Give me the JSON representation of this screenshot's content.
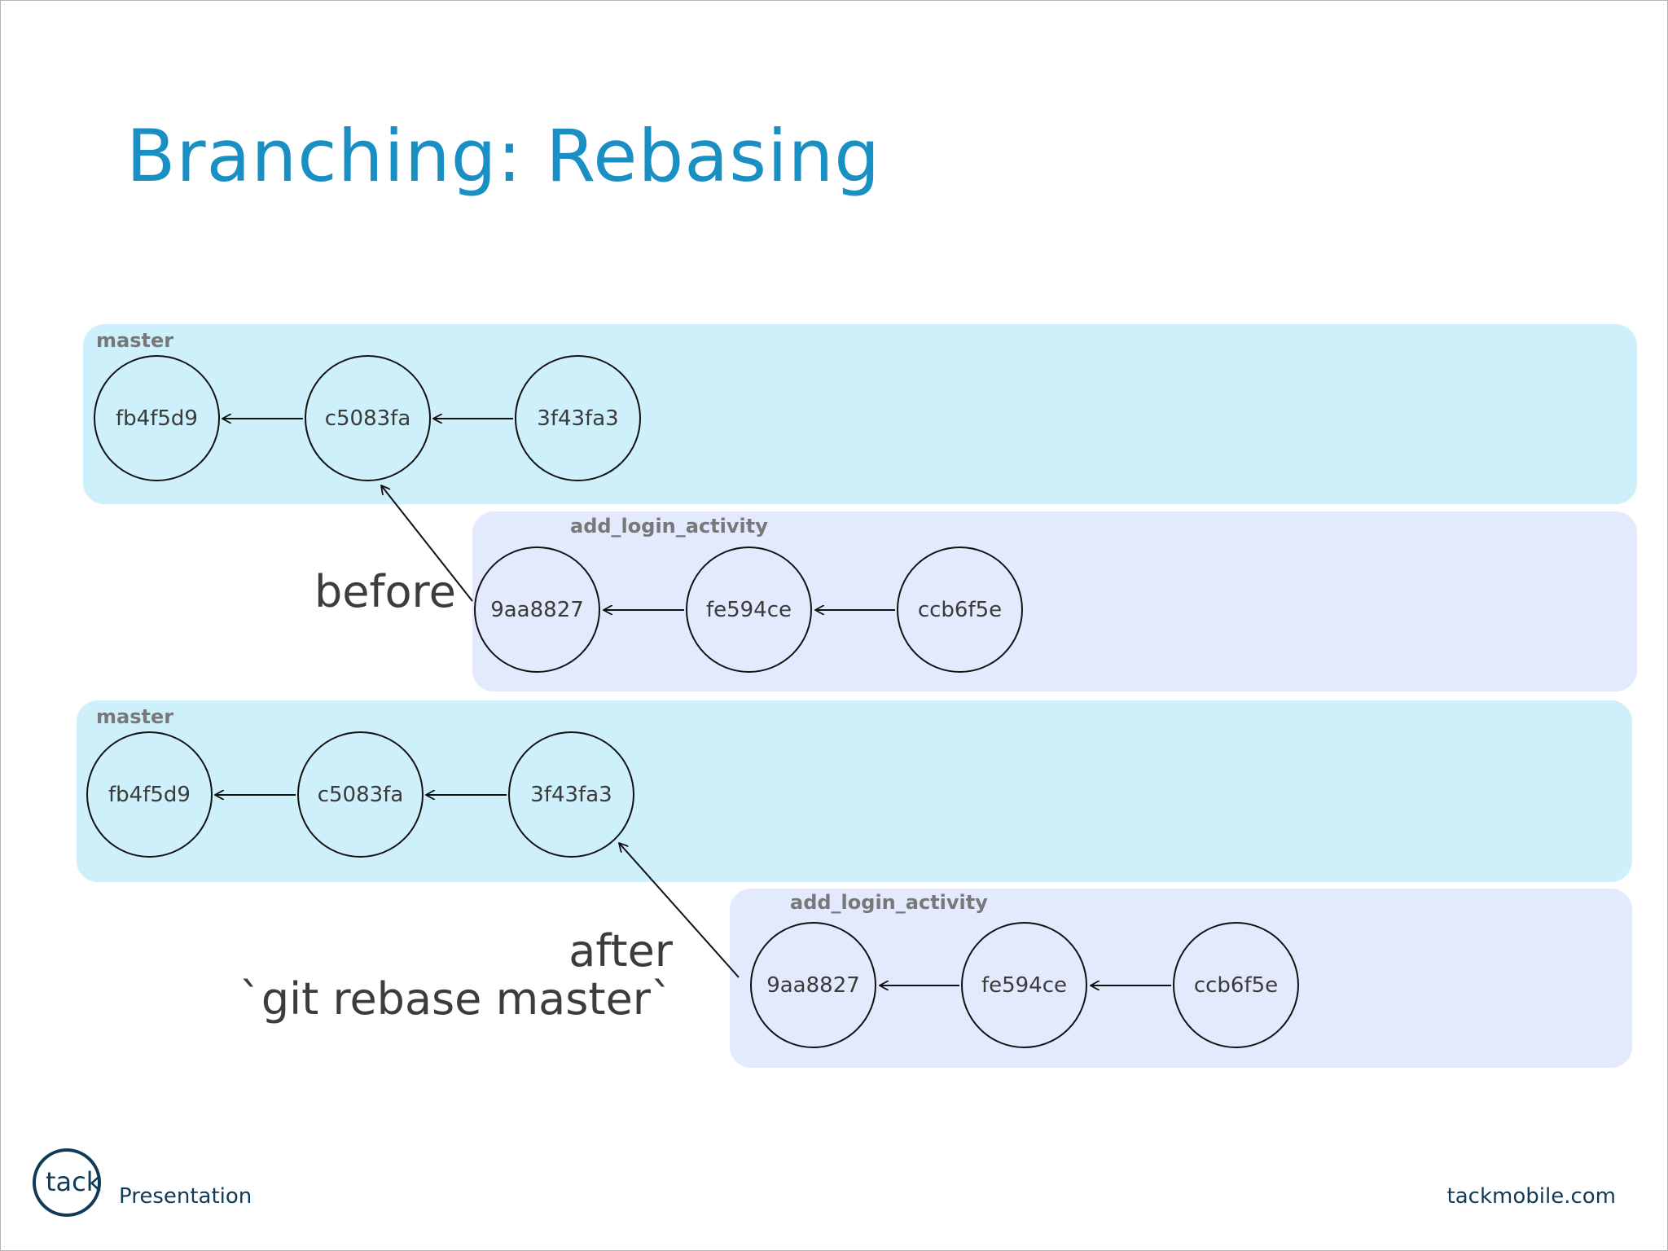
{
  "slide": {
    "title": "Branching: Rebasing",
    "footer_left": "Presentation",
    "footer_right": "tackmobile.com",
    "logo_text": "tack"
  },
  "before": {
    "label": "before",
    "master": {
      "name": "master",
      "commits": [
        "fb4f5d9",
        "c5083fa",
        "3f43fa3"
      ]
    },
    "branch": {
      "name": "add_login_activity",
      "commits": [
        "9aa8827",
        "fe594ce",
        "ccb6f5e"
      ]
    }
  },
  "after": {
    "label_line1": "after",
    "label_line2": "`git rebase master`",
    "master": {
      "name": "master",
      "commits": [
        "fb4f5d9",
        "c5083fa",
        "3f43fa3"
      ]
    },
    "branch": {
      "name": "add_login_activity",
      "commits": [
        "9aa8827",
        "fe594ce",
        "ccb6f5e"
      ]
    }
  },
  "colors": {
    "title": "#1a8fc4",
    "master_lane": "#cdf0fa",
    "branch_lane": "#e3eafd",
    "footer": "#0f3b58"
  }
}
